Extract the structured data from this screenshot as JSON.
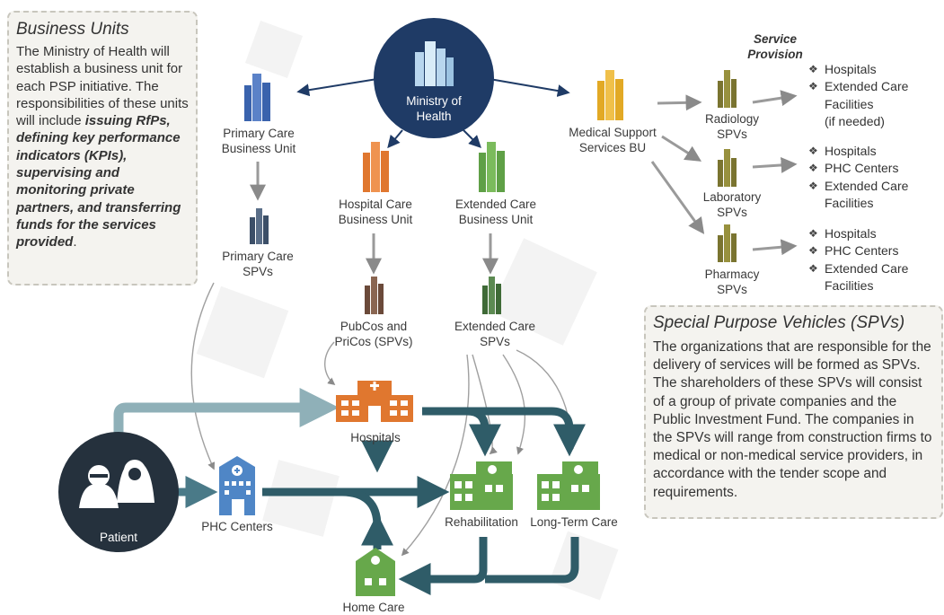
{
  "business_units_box": {
    "title": "Business Units",
    "text_plain": "The Ministry of Health will establish a business unit for each PSP initiative. The responsibilities of these units will include ",
    "text_emphasis": "issuing RfPs, defining key performance indicators (KPIs), supervising and monitoring private partners, and transferring funds for the services provided",
    "text_end": "."
  },
  "spv_box": {
    "title": "Special Purpose Vehicles (SPVs)",
    "text": "The organizations that are responsible for the delivery of services will be formed as SPVs. The shareholders of these SPVs will consist of a group of private companies and the Public Investment Fund. The companies in the SPVs will range from construction firms to medical or non-medical service providers, in accordance with the tender scope and requirements."
  },
  "nodes": {
    "ministry": "Ministry of Health",
    "primary_bu": "Primary Care Business Unit",
    "hospital_bu": "Hospital Care Business Unit",
    "extended_bu": "Extended Care Business Unit",
    "medical_bu": "Medical Support Services BU",
    "primary_spvs": "Primary Care SPVs",
    "pubcos": "PubCos and PriCos (SPVs)",
    "extended_spvs": "Extended Care SPVs",
    "radiology": "Radiology SPVs",
    "laboratory": "Laboratory SPVs",
    "pharmacy": "Pharmacy SPVs",
    "hospitals": "Hospitals",
    "patient": "Patient",
    "phc": "PHC Centers",
    "rehab": "Rehabilitation",
    "ltc": "Long-Term Care",
    "home": "Home Care"
  },
  "service_provision": {
    "title": "Service Provision",
    "radiology": [
      "Hospitals",
      "Extended Care Facilities",
      "(if needed)"
    ],
    "laboratory": [
      "Hospitals",
      "PHC Centers",
      "Extended Care Facilities"
    ],
    "pharmacy": [
      "Hospitals",
      "PHC Centers",
      "Extended Care Facilities"
    ]
  },
  "colors": {
    "ministry": "#1f3b66",
    "primary": "#3a63ad",
    "primary_spv": "#3c4f68",
    "hospital": "#e0772f",
    "pubcos": "#6b4a3a",
    "extended": "#5fa046",
    "extended_spv": "#3f6a37",
    "medical": "#e2a925",
    "support_spv": "#7a7430",
    "facility_green": "#67a84b",
    "phc_blue": "#4f86c6",
    "flow_teal": "#2f5c68",
    "patient": "#25313d"
  }
}
